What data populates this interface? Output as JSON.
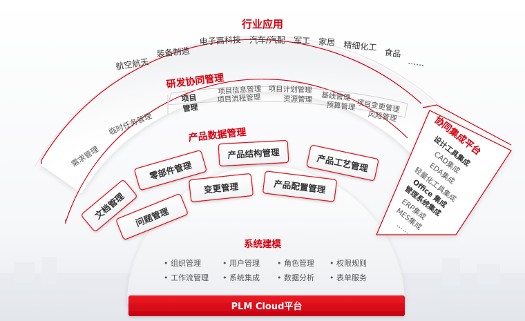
{
  "industry": {
    "title": "行业应用",
    "items": [
      "航空航天",
      "装备制造",
      "电子高科技",
      "汽车/汽配",
      "军工",
      "家居",
      "精细化工",
      "食品",
      "……"
    ]
  },
  "collab_mgmt": {
    "title": "研发协同管理",
    "left_items": [
      "需求管理",
      "临时任务管理"
    ],
    "project_label_1": "项目",
    "project_label_2": "管理",
    "grid": {
      "r1": [
        "项目信息管理",
        "项目计划管理",
        "基线管理",
        "项目变更管理"
      ],
      "r2": [
        "项目流程管理",
        "资源管理",
        "预算管理",
        "风险管理"
      ]
    }
  },
  "product_data": {
    "title": "产品数据管理",
    "cards": [
      "零部件管理",
      "产品结构管理",
      "产品工艺管理",
      "文档管理",
      "变更管理",
      "产品配置管理",
      "问题管理"
    ]
  },
  "integration": {
    "title": "协同集成平台",
    "items": [
      "设计工具集成",
      "CAD集成",
      "EDA集成",
      "轻量化工具集成",
      "Office 集成",
      "管理系统集成",
      "ERP集成",
      "MES集成",
      "……"
    ]
  },
  "system": {
    "title": "系统建模",
    "r1": [
      "• 组织管理",
      "• 用户管理",
      "• 角色管理",
      "• 权限规则"
    ],
    "r2": [
      "• 工作流管理",
      "• 系统集成",
      "• 数据分析",
      "• 表单服务"
    ]
  },
  "platform": {
    "title": "PLM Cloud平台"
  },
  "colors": {
    "accent": "#d7000f",
    "text": "#555555"
  }
}
